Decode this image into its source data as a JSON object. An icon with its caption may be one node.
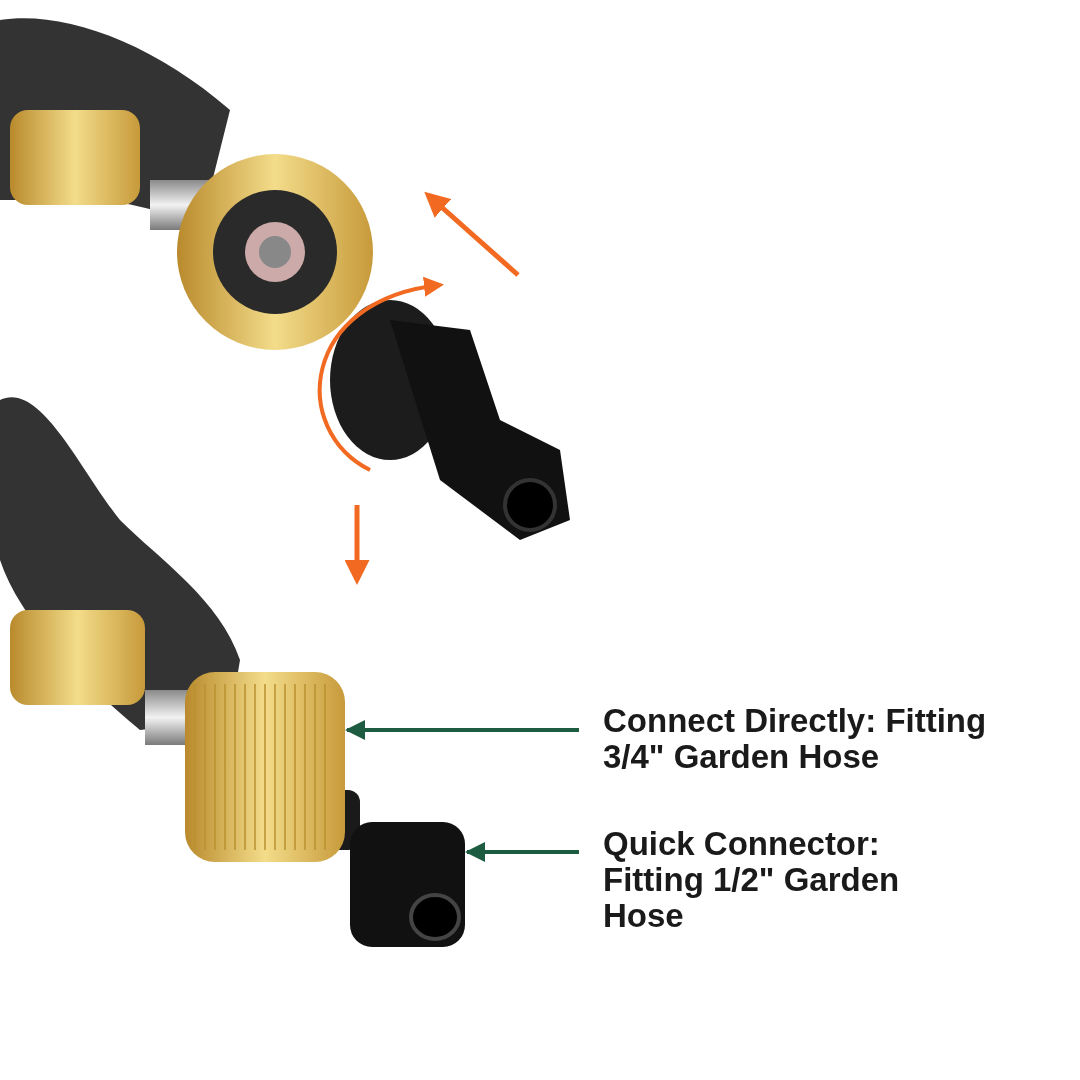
{
  "diagram": {
    "nodes": [
      {
        "text": [
          "Connect Directly: Fitting 3/4\" Garden Hose"
        ]
      },
      {
        "text": [
          "Quick Connector: Fitting 1/2\" Garden Hose"
        ]
      },
      {
        "text": [],
        "shape": "picture"
      },
      {
        "text": [],
        "shape": "picture"
      }
    ],
    "edges": [
      {
        "from": 0,
        "to": 2,
        "arrow": "to",
        "color": "#1d5c40"
      },
      {
        "from": 1,
        "to": 3,
        "arrow": "to",
        "color": "#1d5c40"
      }
    ]
  }
}
